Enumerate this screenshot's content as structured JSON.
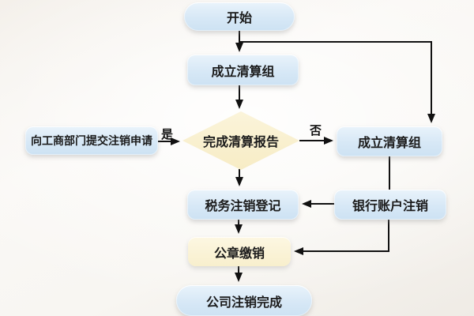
{
  "flowchart": {
    "nodes": [
      {
        "id": "start",
        "type": "terminator",
        "label": "开始"
      },
      {
        "id": "form-liquidation-group",
        "type": "process",
        "label": "成立清算组"
      },
      {
        "id": "complete-liquidation-report",
        "type": "decision",
        "label": "完成清算报告"
      },
      {
        "id": "submit-deregistration-application",
        "type": "process",
        "label": "向工商部门提交注销申请"
      },
      {
        "id": "form-liquidation-group-right",
        "type": "process",
        "label": "成立清算组"
      },
      {
        "id": "tax-deregistration",
        "type": "process",
        "label": "税务注销登记"
      },
      {
        "id": "bank-account-cancellation",
        "type": "process",
        "label": "银行账户注销"
      },
      {
        "id": "official-seal-surrender",
        "type": "process-highlight",
        "label": "公章缴销"
      },
      {
        "id": "company-deregistration-complete",
        "type": "terminator",
        "label": "公司注销完成"
      }
    ],
    "edge_labels": {
      "yes": "是",
      "no": "否"
    },
    "colors": {
      "node_blue": "#d7e8f6",
      "node_cream": "#f8efcd",
      "connector": "#111111",
      "background": "#f7f4f0"
    }
  }
}
